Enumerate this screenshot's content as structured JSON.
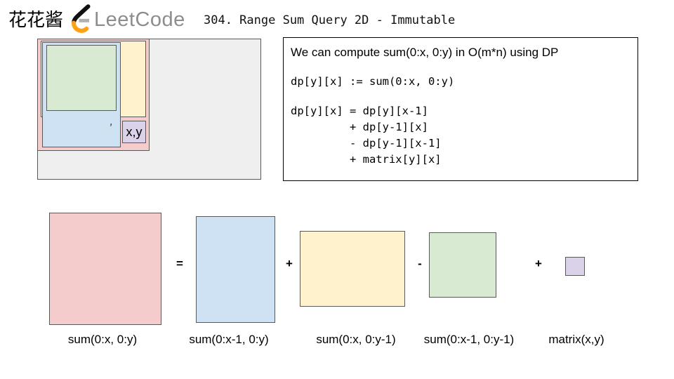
{
  "header": {
    "brand_text": "花花酱",
    "logo_text": "LeetCode",
    "title": "304. Range Sum Query 2D - Immutable"
  },
  "colors": {
    "pink_fill": "#f4cccc",
    "blue_fill": "#cfe2f3",
    "yellow_fill": "#fff2cc",
    "green_fill": "#d9ead3",
    "purple_fill": "#d9d2e9",
    "canvas_fill": "#efefef",
    "shape_border": "#595959",
    "logo_orange": "#ffa116",
    "logo_gray_text": "#8d8d8d"
  },
  "dp_diagram": {
    "cell_label": "x,y",
    "tick_mark": ","
  },
  "explanation_box": {
    "intro": "We can compute sum(0:x, 0:y) in O(m*n) using DP",
    "definition": "dp[y][x] := sum(0:x, 0:y)",
    "recurrence": [
      "dp[y][x] = dp[y][x-1]",
      "         + dp[y-1][x]",
      "         - dp[y-1][x-1]",
      "         + matrix[y][x]"
    ]
  },
  "equation": {
    "operators": [
      "=",
      "+",
      "-",
      "+"
    ],
    "labels": [
      "sum(0:x, 0:y)",
      "sum(0:x-1, 0:y)",
      "sum(0:x, 0:y-1)",
      "sum(0:x-1, 0:y-1)",
      "matrix(x,y)"
    ]
  }
}
